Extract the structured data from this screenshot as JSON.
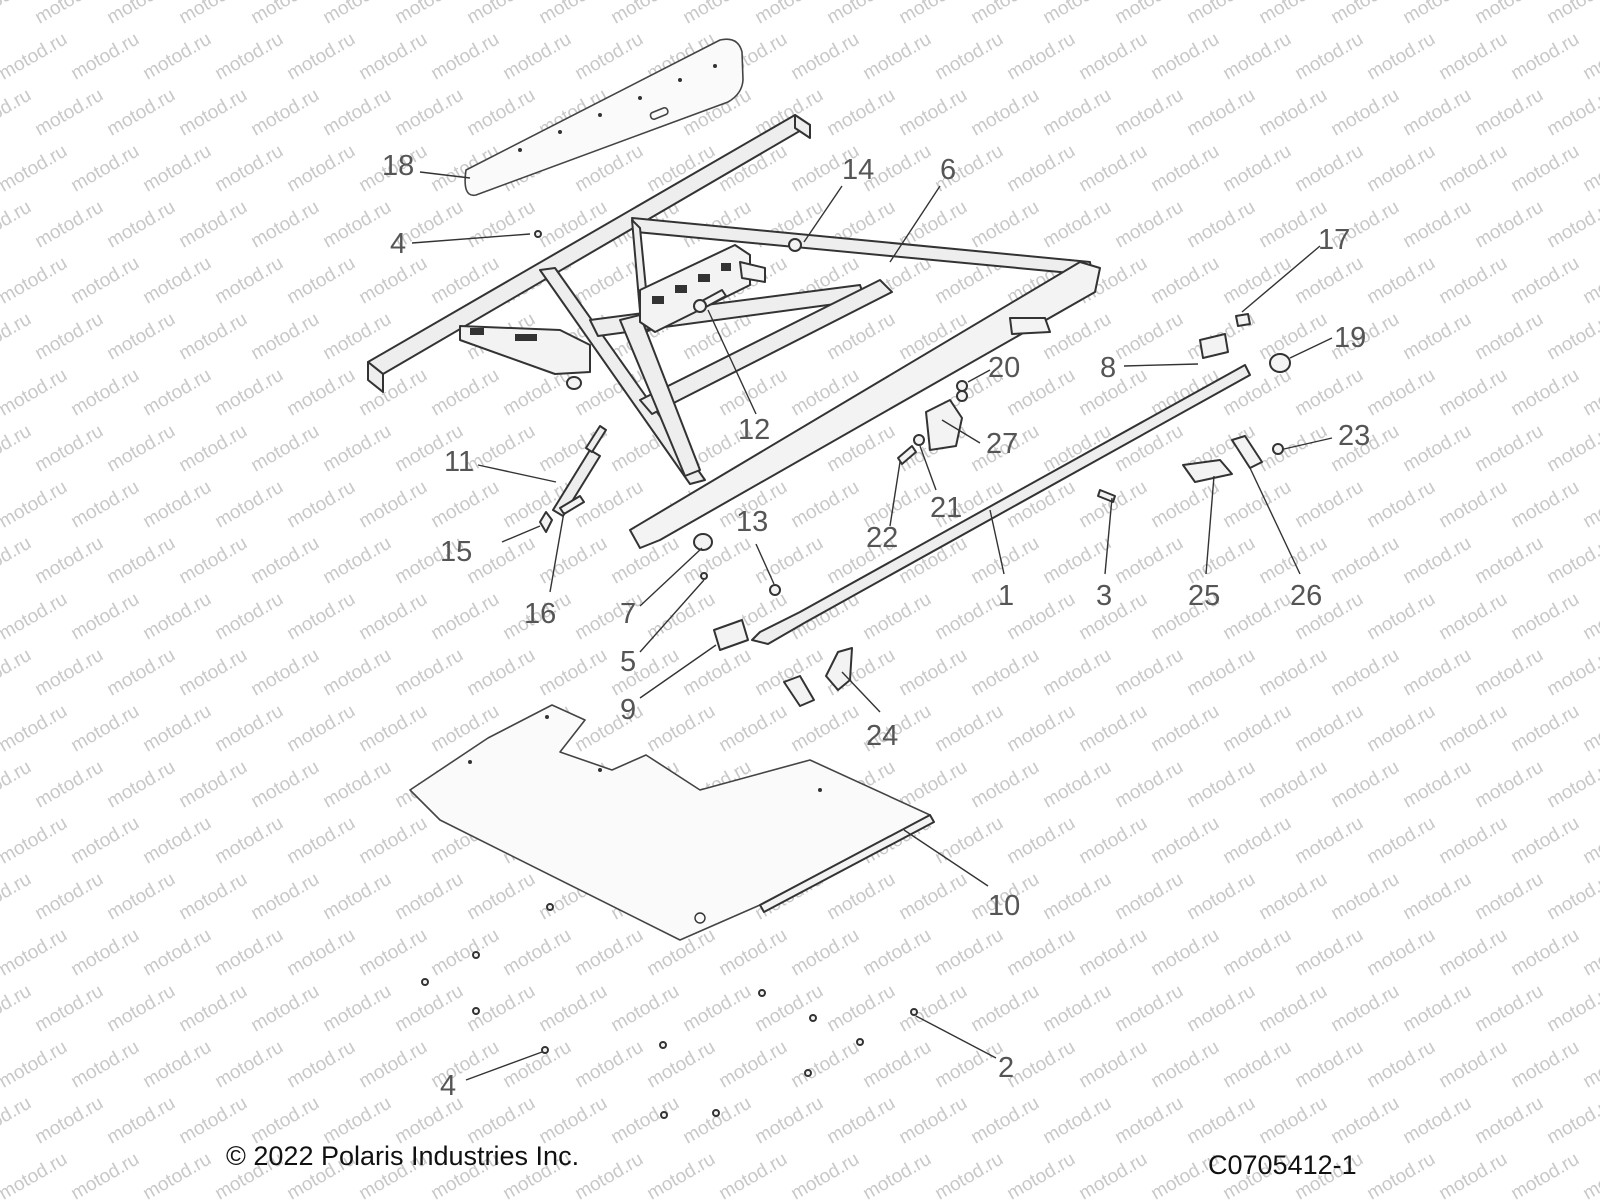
{
  "watermark": "motod.ru",
  "copyright": "© 2022 Polaris Industries Inc.",
  "figure_code": "C0705412-1",
  "callouts": {
    "c1": "1",
    "c2": "2",
    "c3": "3",
    "c4a": "4",
    "c4b": "4",
    "c5": "5",
    "c6": "6",
    "c7": "7",
    "c8": "8",
    "c9": "9",
    "c10": "10",
    "c11": "11",
    "c12": "12",
    "c13": "13",
    "c14": "14",
    "c15": "15",
    "c16": "16",
    "c17": "17",
    "c18": "18",
    "c19": "19",
    "c20": "20",
    "c21": "21",
    "c22": "22",
    "c23": "23",
    "c24": "24",
    "c25": "25",
    "c26": "26",
    "c27": "27"
  }
}
